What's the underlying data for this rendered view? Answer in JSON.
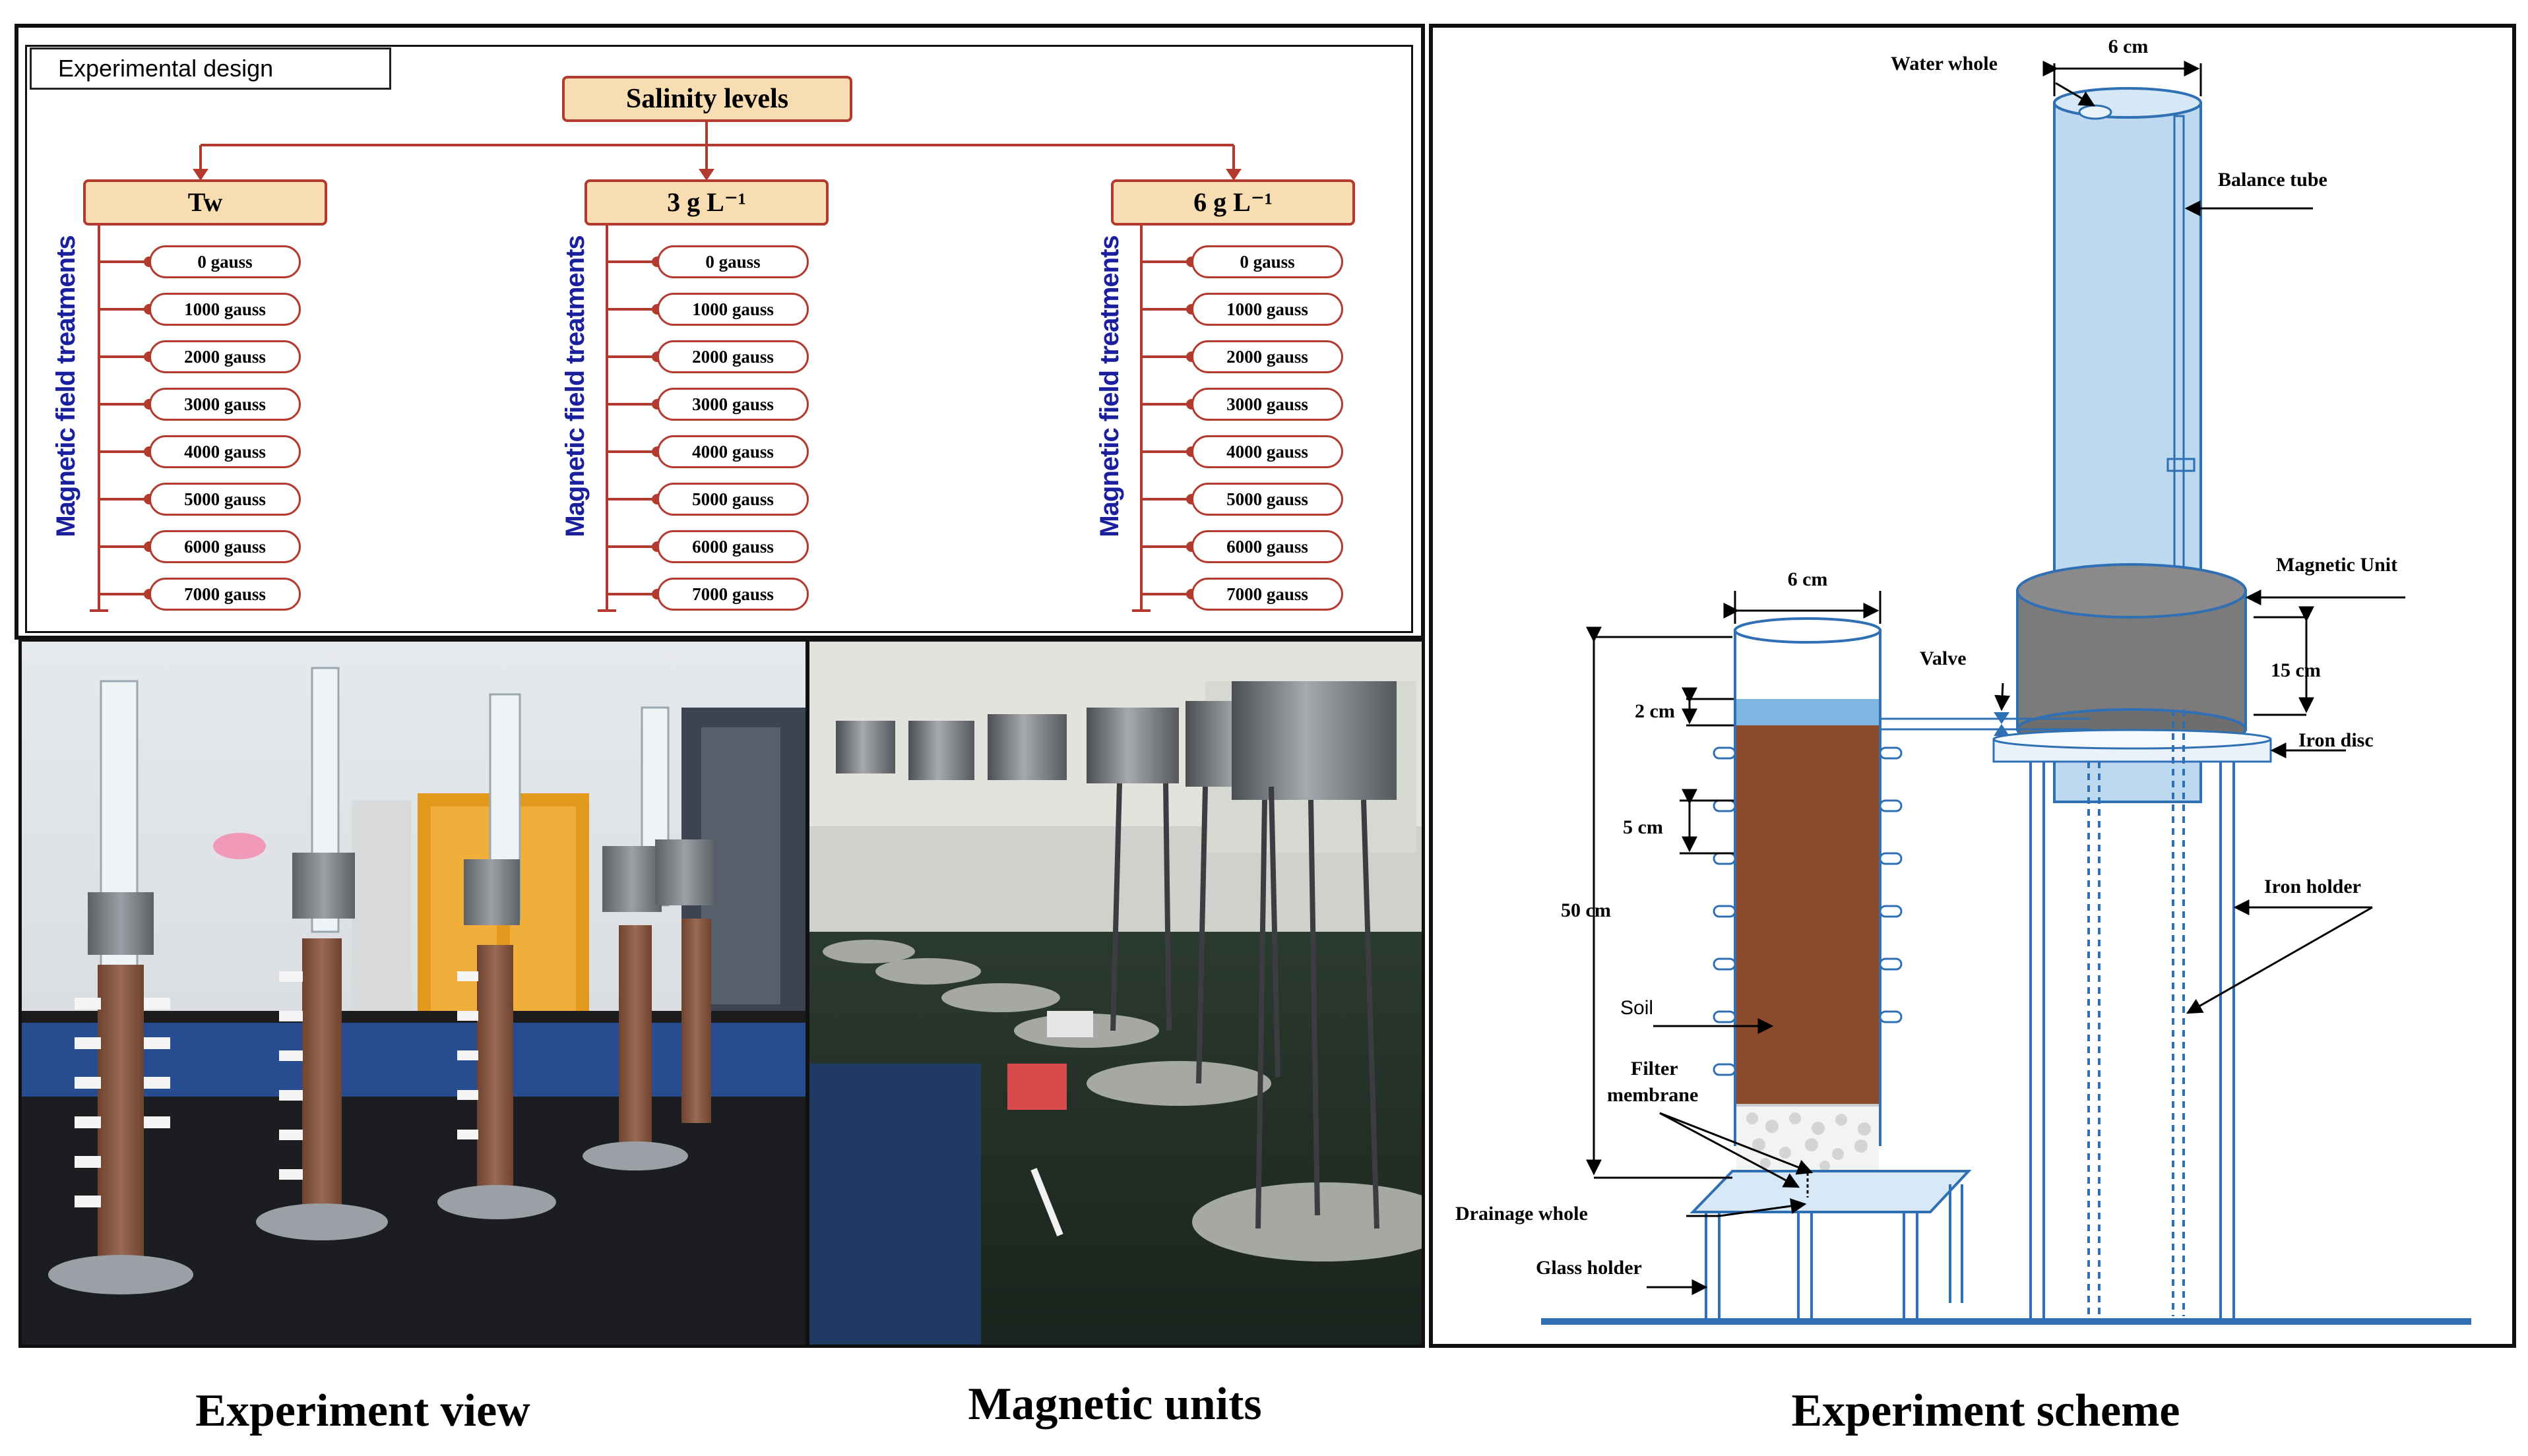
{
  "design": {
    "box_title": "Experimental design",
    "root": "Salinity levels",
    "branches": [
      {
        "label": "Tw",
        "levels": [
          "0 gauss",
          "1000 gauss",
          "2000 gauss",
          "3000 gauss",
          "4000 gauss",
          "5000 gauss",
          "6000 gauss",
          "7000 gauss"
        ]
      },
      {
        "label": "3 g L⁻¹",
        "levels": [
          "0 gauss",
          "1000 gauss",
          "2000 gauss",
          "3000 gauss",
          "4000 gauss",
          "5000 gauss",
          "6000 gauss",
          "7000 gauss"
        ]
      },
      {
        "label": "6 g L⁻¹",
        "levels": [
          "0 gauss",
          "1000 gauss",
          "2000 gauss",
          "3000 gauss",
          "4000 gauss",
          "5000 gauss",
          "6000 gauss",
          "7000 gauss"
        ]
      }
    ],
    "vertical_label": "Magnetic field treatments",
    "colors": {
      "box_fill": "#f8ddb2",
      "line": "#b23a2e",
      "vertical_text": "#1a1f9e"
    }
  },
  "captions": {
    "experiment_view": "Experiment view",
    "magnetic_units": "Magnetic units",
    "experiment_scheme": "Experiment scheme"
  },
  "scheme": {
    "water_whole": "Water whole",
    "balance_tube": "Balance tube",
    "magnetic_unit": "Magnetic Unit",
    "valve": "Valve",
    "iron_disc": "Iron disc",
    "iron_holder": "Iron holder",
    "soil": "Soil",
    "filter_membrane_1": "Filter",
    "filter_membrane_2": "membrane",
    "drainage_whole": "Drainage whole",
    "glass_holder": "Glass holder",
    "dim_top_tube": "6 cm",
    "dim_soil_col": "6 cm",
    "dim_2cm": "2 cm",
    "dim_5cm": "5 cm",
    "dim_50cm": "50 cm",
    "dim_15cm": "15 cm",
    "colors": {
      "tube_fill": "#bcd9f0",
      "tube_line": "#2f6fb3",
      "soil": "#8b4a2c",
      "magnet": "#7b7b7b",
      "water": "#7eb6e3"
    }
  }
}
